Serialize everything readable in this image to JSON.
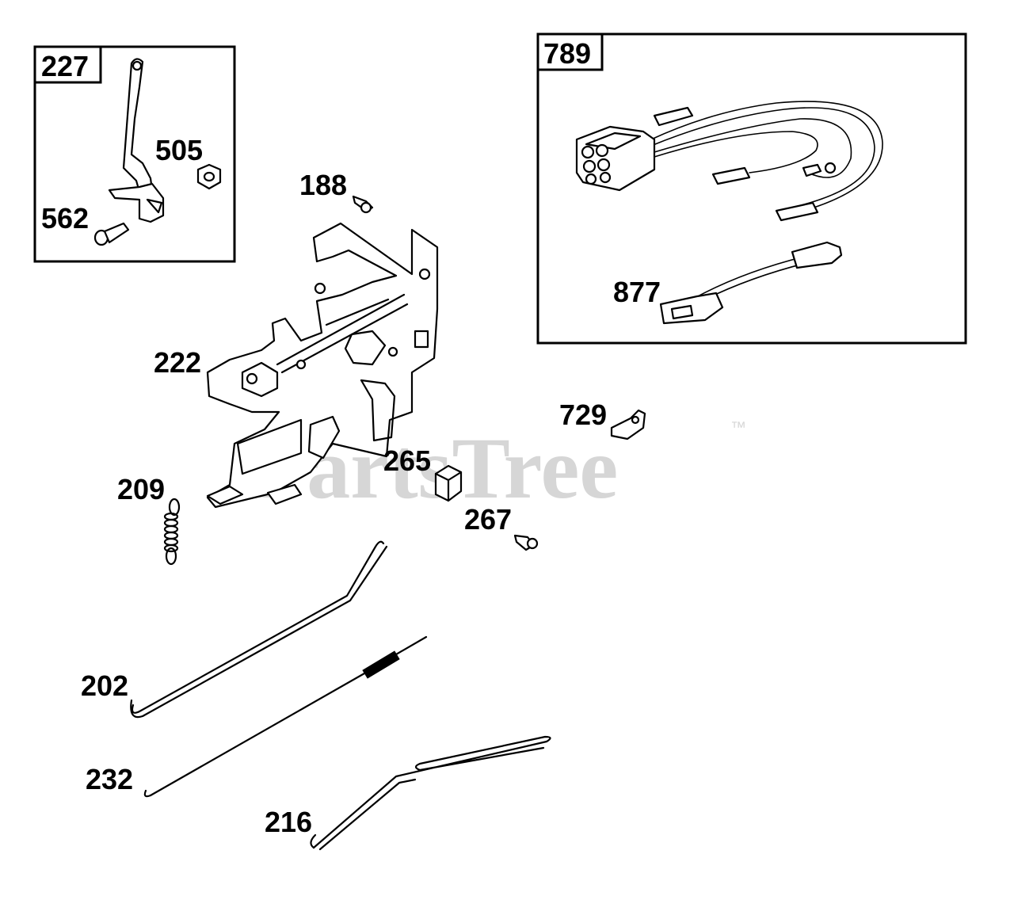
{
  "watermark": {
    "text": "PartsTree",
    "trademark": "™"
  },
  "callouts": {
    "c227": "227",
    "c505": "505",
    "c562": "562",
    "c188": "188",
    "c789": "789",
    "c877": "877",
    "c222": "222",
    "c729": "729",
    "c265": "265",
    "c209": "209",
    "c267": "267",
    "c202": "202",
    "c232": "232",
    "c216": "216"
  }
}
